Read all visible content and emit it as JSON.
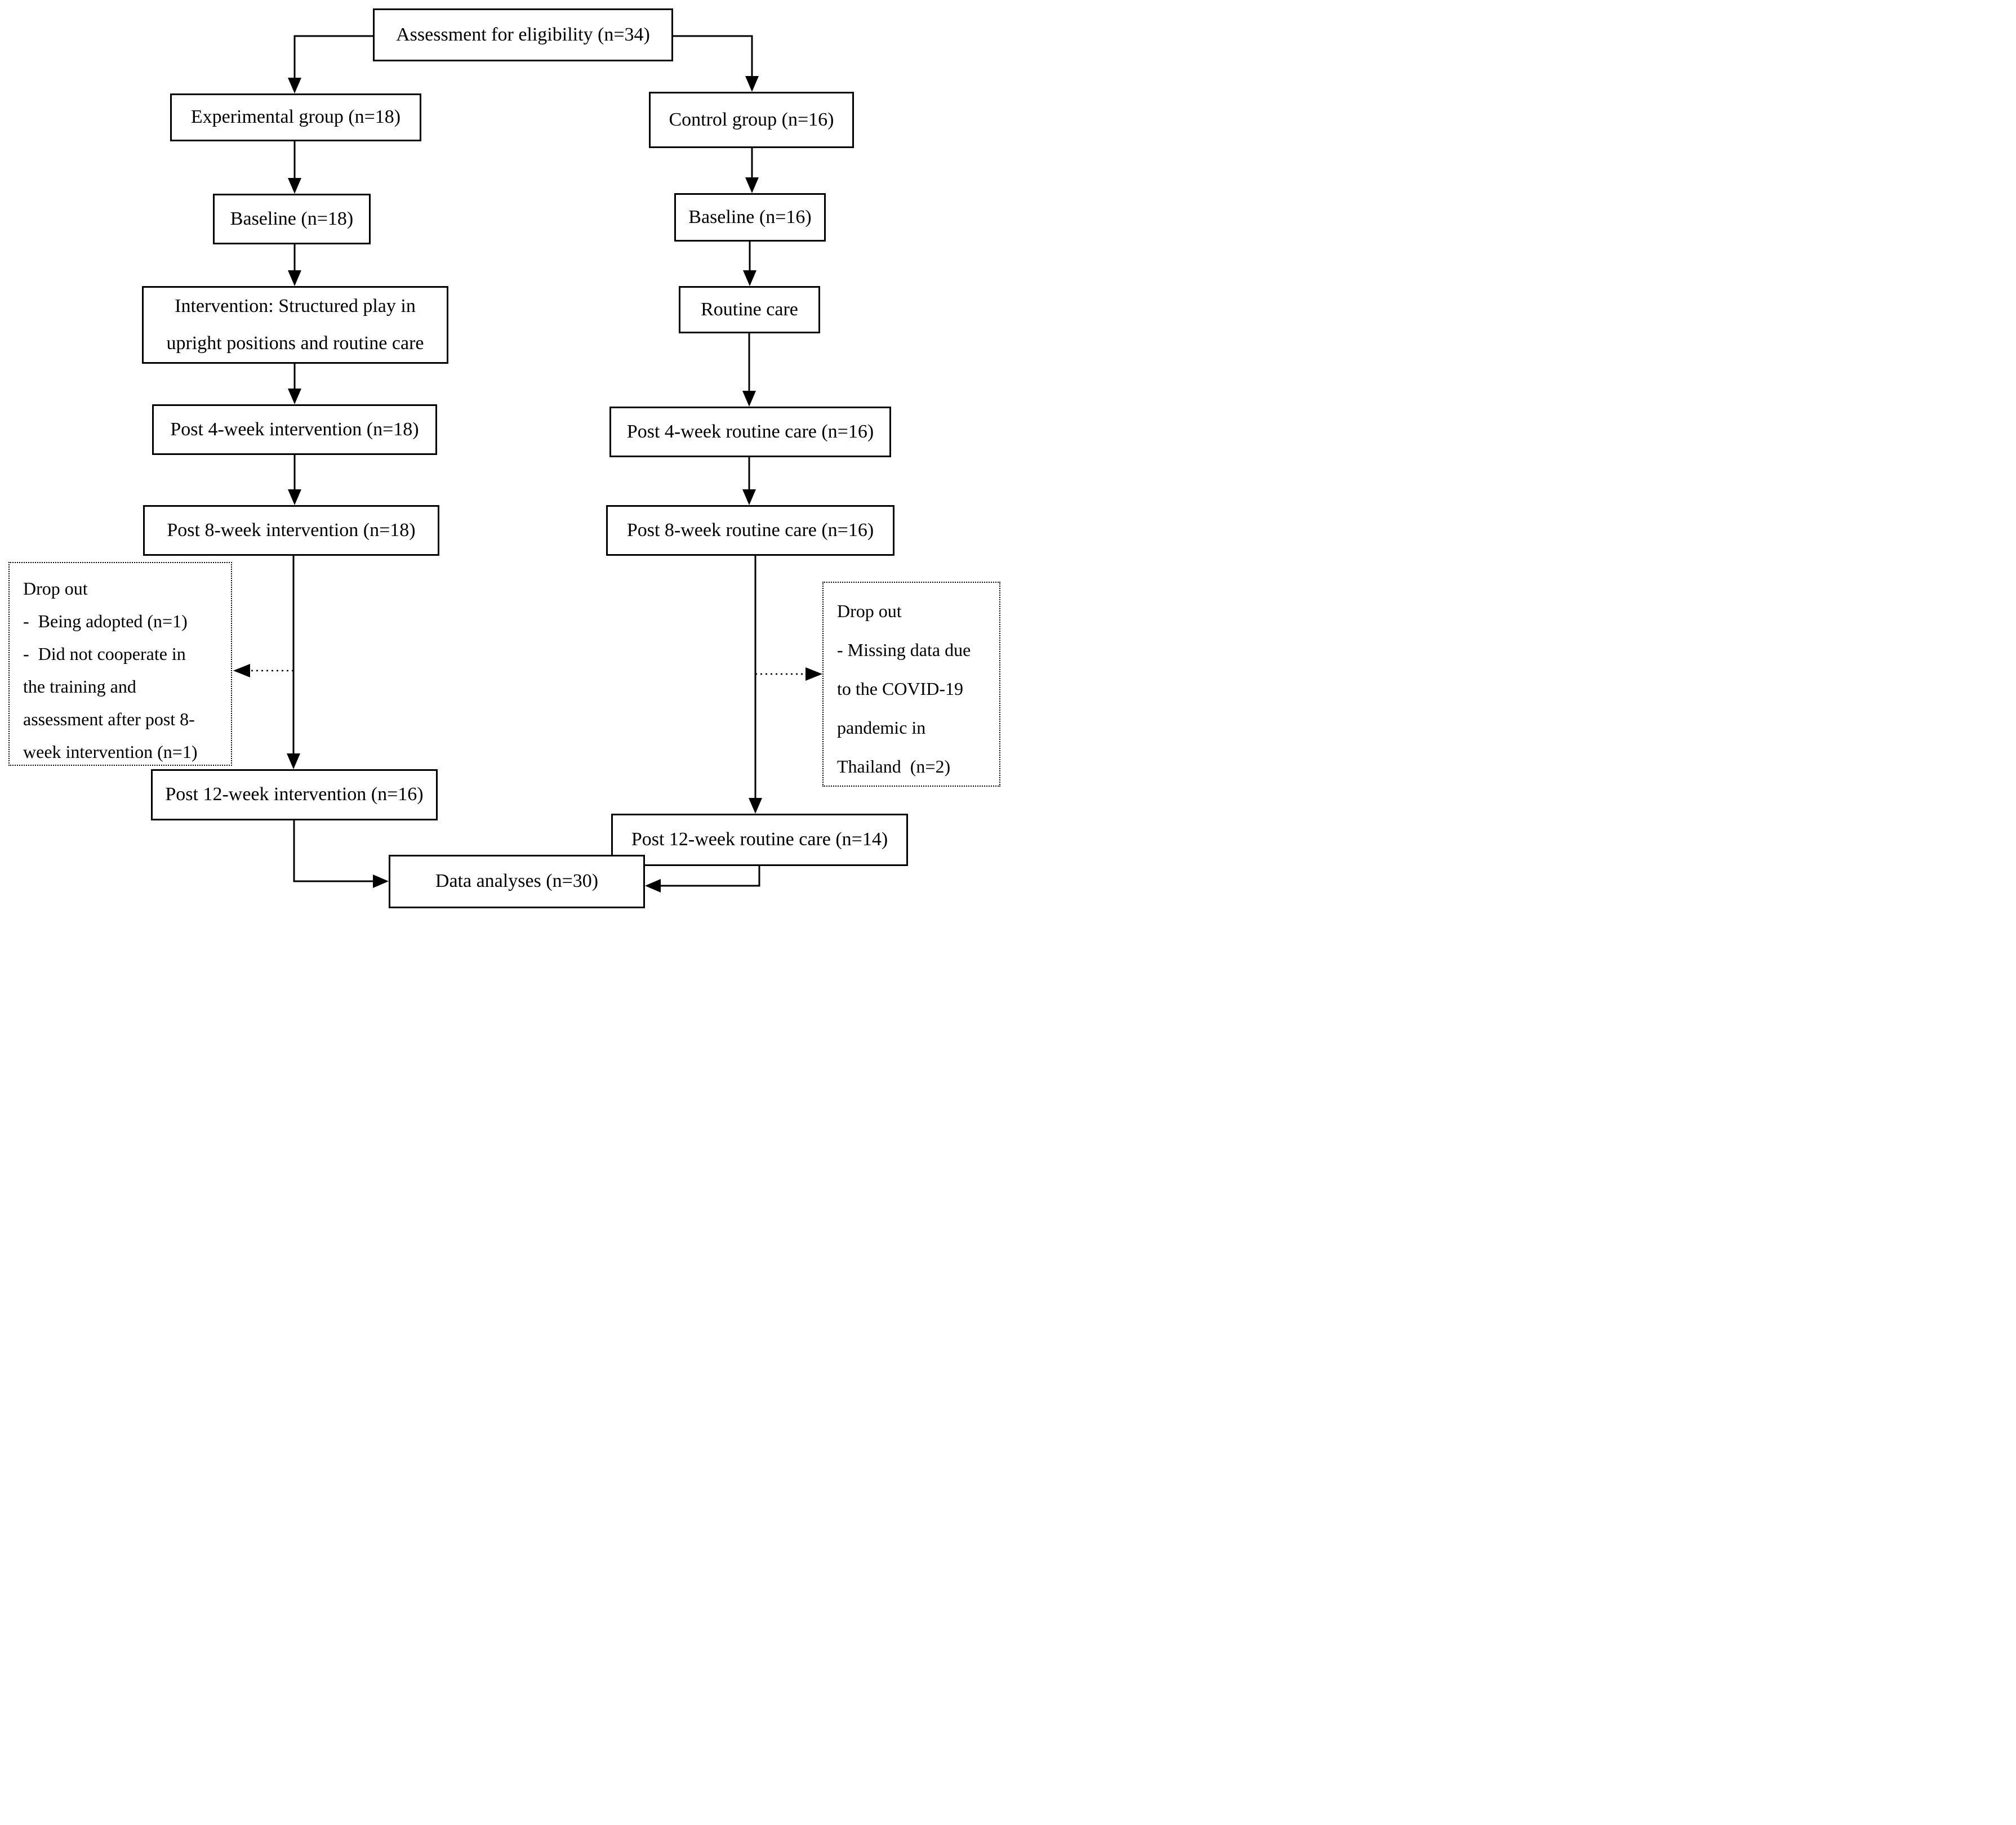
{
  "diagram": {
    "type": "study-flowchart",
    "colors": {
      "line": "#000000",
      "background": "#ffffff",
      "text": "#000000"
    },
    "nodes": {
      "assessment": {
        "label": "Assessment for eligibility (n=34)"
      },
      "experimental": {
        "label": "Experimental group (n=18)"
      },
      "control": {
        "label": "Control group (n=16)"
      },
      "baseline_left": {
        "label": "Baseline (n=18)"
      },
      "baseline_right": {
        "label": "Baseline (n=16)"
      },
      "intervention": {
        "lines": [
          "Intervention: Structured play in",
          "upright positions and routine care"
        ]
      },
      "routine_care": {
        "label": "Routine care"
      },
      "post4_left": {
        "label": "Post 4-week intervention (n=18)"
      },
      "post4_right": {
        "label": "Post 4-week routine care (n=16)"
      },
      "post8_left": {
        "label": "Post 8-week intervention (n=18)"
      },
      "post8_right": {
        "label": "Post 8-week routine care (n=16)"
      },
      "dropout_left": {
        "lines": [
          "Drop out",
          "-  Being adopted (n=1)",
          "-  Did not cooperate in",
          "the training and",
          "assessment after post 8-",
          "week intervention (n=1)"
        ]
      },
      "dropout_right": {
        "lines": [
          "Drop out",
          "- Missing data due",
          "to the COVID-19",
          "pandemic in",
          "Thailand  (n=2)"
        ]
      },
      "post12_left": {
        "label": "Post 12-week intervention (n=16)"
      },
      "post12_right": {
        "label": "Post 12-week routine care (n=14)"
      },
      "data_analyses": {
        "label": "Data analyses (n=30)"
      }
    }
  }
}
